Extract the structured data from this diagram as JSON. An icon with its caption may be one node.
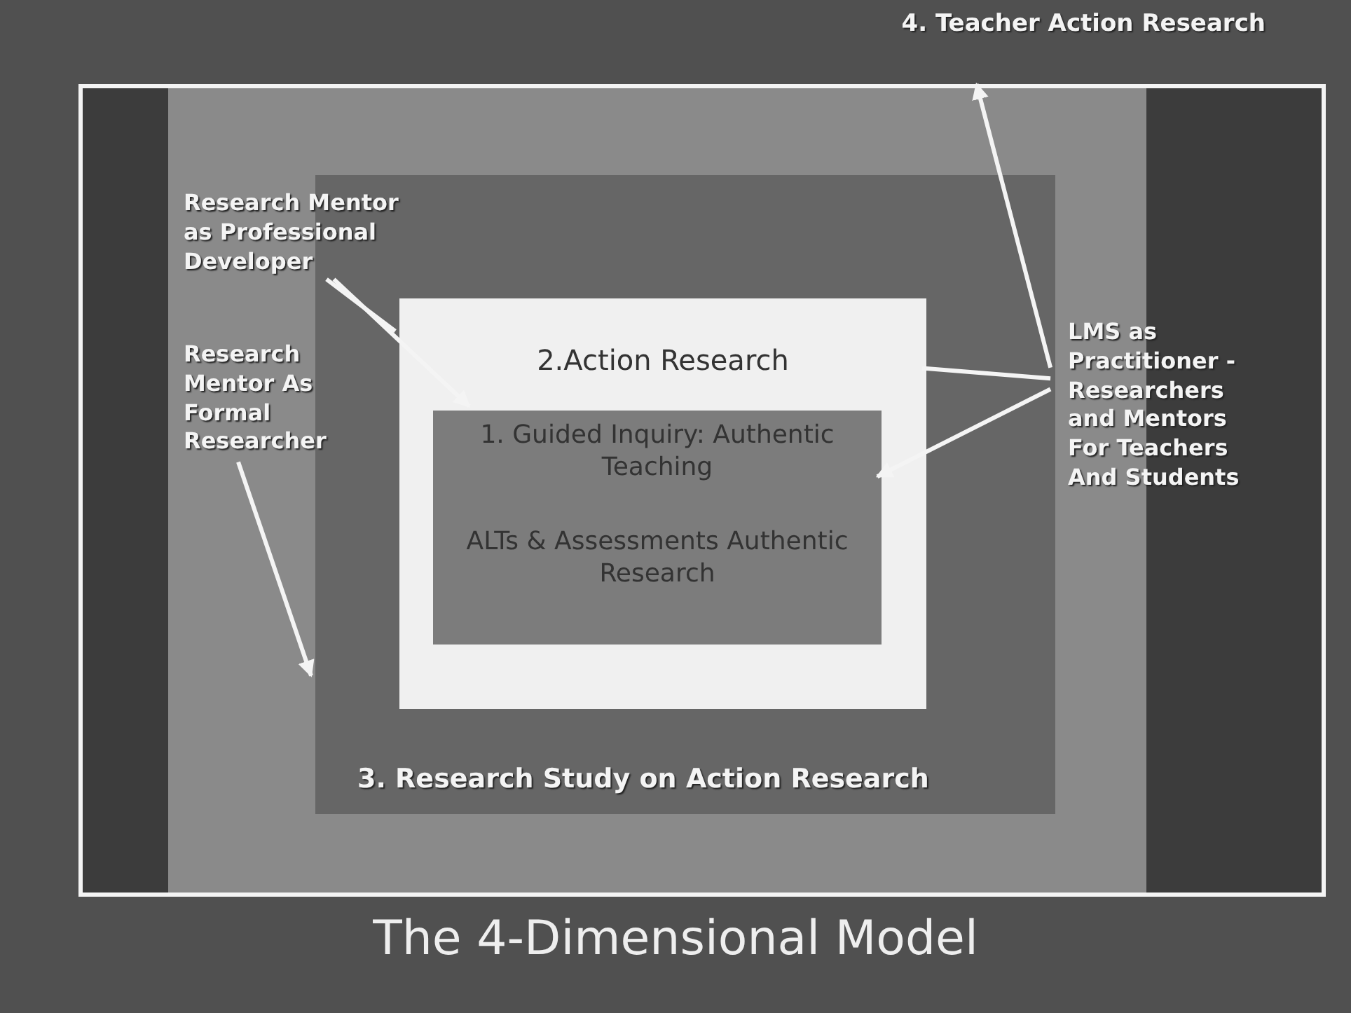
{
  "diagram": {
    "title": "The 4-Dimensional Model",
    "nodes": [
      {
        "text": [
          "4. Teacher Action Research"
        ]
      },
      {
        "text": [
          "3. Research Study on Action Research"
        ],
        "in": 0
      },
      {
        "text": [
          "2.Action Research"
        ],
        "in": 1
      },
      {
        "text": [
          "1. Guided Inquiry: Authentic Teaching",
          "ALTs & Assessments Authentic Research"
        ],
        "in": 2
      },
      {
        "text": [
          "Research Mentor as Professional Developer"
        ],
        "in": 0
      },
      {
        "text": [
          "Research Mentor As Formal Researcher"
        ],
        "in": 0
      },
      {
        "text": [
          "LMS as Practitioner - Researchers and Mentors For Teachers And Students"
        ],
        "in": 0
      }
    ],
    "edges": [
      {
        "from": 4,
        "to": 2,
        "arrow": "none"
      },
      {
        "from": 4,
        "to": 3,
        "arrow": "to"
      },
      {
        "from": 5,
        "to": 1,
        "arrow": "to"
      },
      {
        "from": 6,
        "to": 0,
        "arrow": "to"
      },
      {
        "from": 6,
        "to": 2,
        "arrow": "none"
      },
      {
        "from": 6,
        "to": 3,
        "arrow": "to"
      }
    ]
  }
}
